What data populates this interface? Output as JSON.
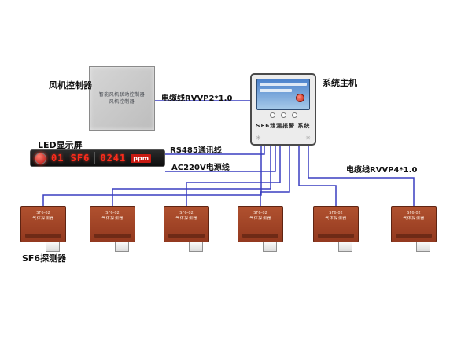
{
  "diagram": {
    "fan_controller": {
      "label": "风机控制器",
      "inner_line1": "智能风机联动控制器",
      "inner_line2": "风机控制器"
    },
    "host": {
      "label": "系统主机",
      "device_title": "SF6泄漏报警 系统",
      "vent_glyph": "✳"
    },
    "led_display": {
      "label": "LED显示屏",
      "channel": "01 SF6",
      "value": "0241",
      "unit": "ppm"
    },
    "wires": {
      "rvvp2": "电缆线RVVP2*1.0",
      "rs485": "RS485通讯线",
      "ac220": "AC220V电源线",
      "rvvp4": "电缆线RVVP4*1.0"
    },
    "detectors": {
      "label": "SF6探测器",
      "model": "SF6-02",
      "name": "气体探测器",
      "count": 6
    }
  },
  "colors": {
    "wire_line": "#3a3fc0",
    "detector_body": "#a7492e",
    "led_text": "#ff2a1a",
    "alarm_red": "#c81a12"
  }
}
